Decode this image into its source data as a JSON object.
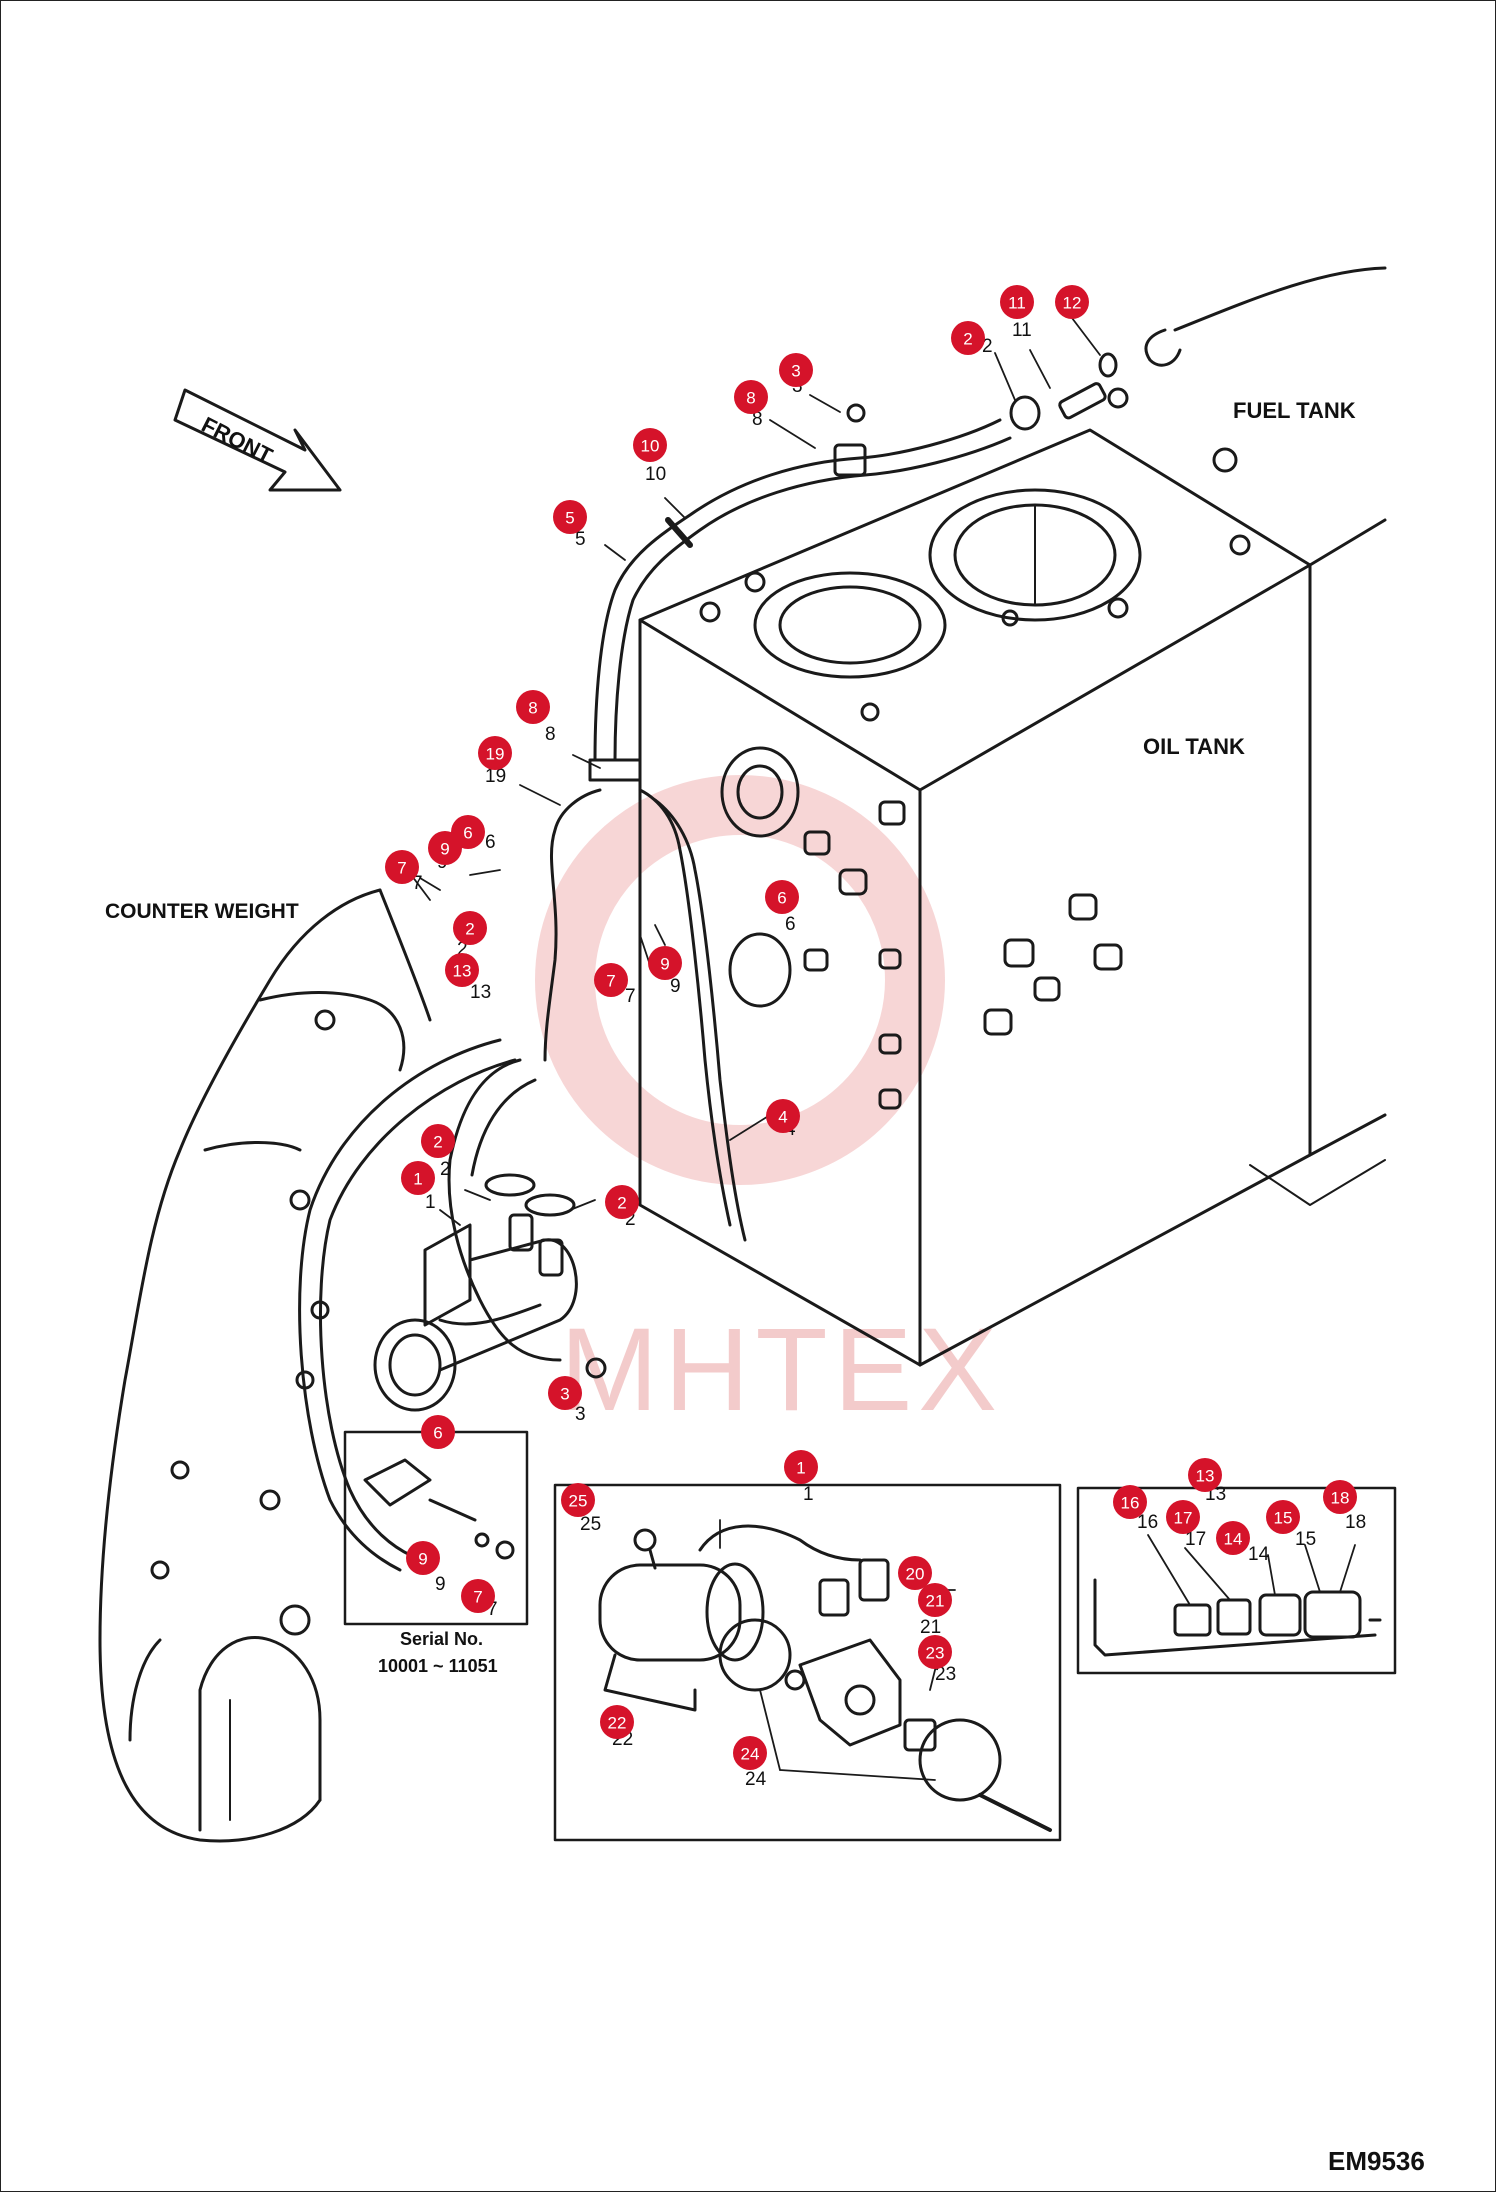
{
  "labels": {
    "front": "FRONT",
    "fuel_tank": "FUEL TANK",
    "oil_tank": "OIL TANK",
    "counter_weight": "COUNTER WEIGHT",
    "serial_title": "Serial No.",
    "serial_range": "10001 ~ 11051",
    "drawing_code": "EM9536",
    "watermark": "MHTEX"
  },
  "colors": {
    "callout": "#d5132a",
    "line": "#1a1a1a",
    "watermark": "#f4cccc"
  },
  "callouts": [
    {
      "n": "11"
    },
    {
      "n": "12"
    },
    {
      "n": "2"
    },
    {
      "n": "3"
    },
    {
      "n": "8"
    },
    {
      "n": "10"
    },
    {
      "n": "5"
    },
    {
      "n": "8"
    },
    {
      "n": "19"
    },
    {
      "n": "6"
    },
    {
      "n": "9"
    },
    {
      "n": "7"
    },
    {
      "n": "2"
    },
    {
      "n": "13"
    },
    {
      "n": "6"
    },
    {
      "n": "9"
    },
    {
      "n": "7"
    },
    {
      "n": "4"
    },
    {
      "n": "2"
    },
    {
      "n": "1"
    },
    {
      "n": "2"
    },
    {
      "n": "3"
    },
    {
      "n": "6"
    },
    {
      "n": "9"
    },
    {
      "n": "7"
    },
    {
      "n": "1"
    },
    {
      "n": "25"
    },
    {
      "n": "20"
    },
    {
      "n": "21"
    },
    {
      "n": "23"
    },
    {
      "n": "22"
    },
    {
      "n": "24"
    },
    {
      "n": "13"
    },
    {
      "n": "16"
    },
    {
      "n": "17"
    },
    {
      "n": "14"
    },
    {
      "n": "15"
    },
    {
      "n": "18"
    }
  ],
  "numbers": [
    {
      "n": "11"
    },
    {
      "n": "2"
    },
    {
      "n": "3"
    },
    {
      "n": "8"
    },
    {
      "n": "10"
    },
    {
      "n": "5"
    },
    {
      "n": "8"
    },
    {
      "n": "19"
    },
    {
      "n": "6"
    },
    {
      "n": "9"
    },
    {
      "n": "7"
    },
    {
      "n": "2"
    },
    {
      "n": "13"
    },
    {
      "n": "6"
    },
    {
      "n": "9"
    },
    {
      "n": "7"
    },
    {
      "n": "4"
    },
    {
      "n": "2"
    },
    {
      "n": "1"
    },
    {
      "n": "2"
    },
    {
      "n": "3"
    },
    {
      "n": "9"
    },
    {
      "n": "7"
    },
    {
      "n": "1"
    },
    {
      "n": "25"
    },
    {
      "n": "21"
    },
    {
      "n": "23"
    },
    {
      "n": "22"
    },
    {
      "n": "24"
    },
    {
      "n": "13"
    },
    {
      "n": "16"
    },
    {
      "n": "17"
    },
    {
      "n": "14"
    },
    {
      "n": "15"
    },
    {
      "n": "18"
    }
  ]
}
